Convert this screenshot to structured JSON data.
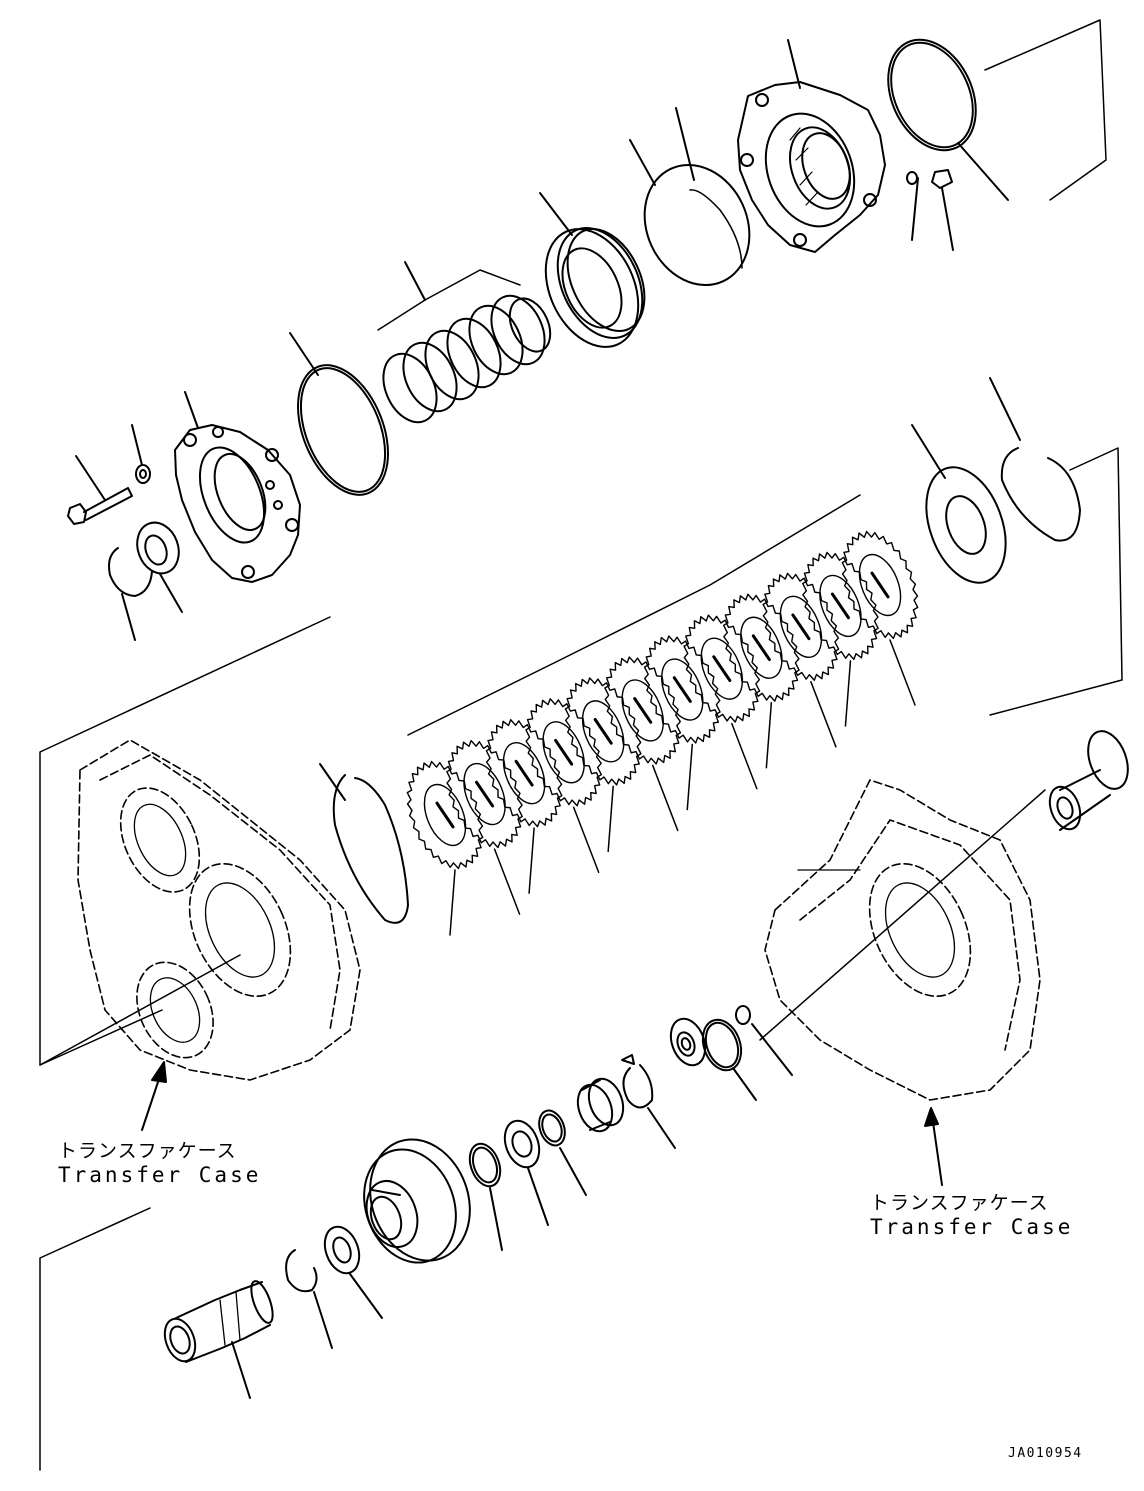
{
  "labels": {
    "left_case_jp": "トランスファケース",
    "left_case_en": "Transfer Case",
    "right_case_jp": "トランスファケース",
    "right_case_en": "Transfer Case"
  },
  "drawing_id": "JA010954",
  "colors": {
    "line": "#000000",
    "background": "#ffffff"
  },
  "icons": {
    "arrow": "arrow-up-icon"
  }
}
